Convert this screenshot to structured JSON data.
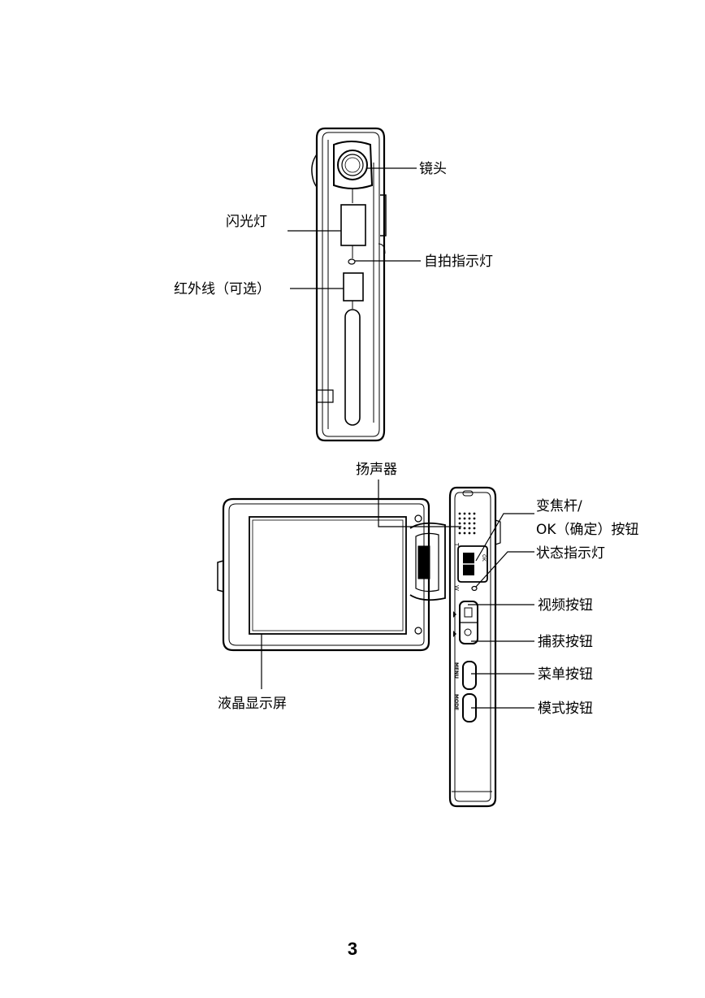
{
  "page": {
    "number": "3"
  },
  "figure_front": {
    "labels": {
      "lens": "镜头",
      "flash": "闪光灯",
      "self_timer_led": "自拍指示灯",
      "infrared": "红外线（可选）"
    }
  },
  "figure_side": {
    "labels": {
      "speaker": "扬声器",
      "zoom_lever_line1": "变焦杆/",
      "zoom_lever_line2": "OK（确定）按钮",
      "status_led": "状态指示灯",
      "video_button": "视频按钮",
      "capture_button": "捕获按钮",
      "menu_button": "菜单按钮",
      "mode_button": "模式按钮",
      "lcd": "液晶显示屏"
    },
    "button_marks": {
      "menu": "MENU",
      "mode": "MODE",
      "tele": "T",
      "wide": "W",
      "ok": "OK"
    }
  }
}
